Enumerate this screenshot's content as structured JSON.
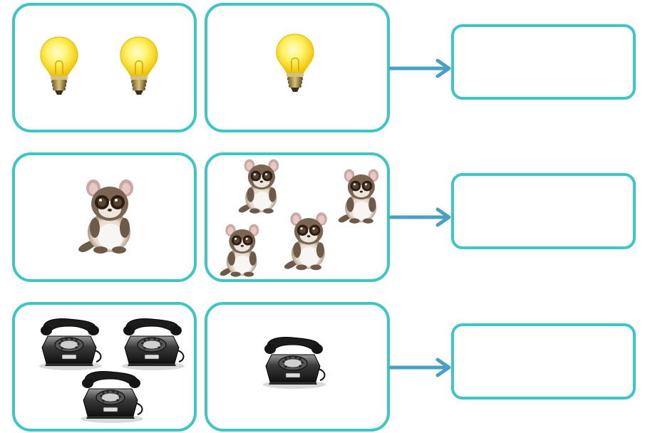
{
  "colors": {
    "box_border": "#3cc6c6",
    "arrow": "#4a9fc4"
  },
  "rows": [
    {
      "left_box": {
        "icon": "light-bulb-icon",
        "count": 2
      },
      "right_box": {
        "icon": "light-bulb-icon",
        "count": 1
      },
      "answer": ""
    },
    {
      "left_box": {
        "icon": "tarsier-icon",
        "count": 1
      },
      "right_box": {
        "icon": "tarsier-icon",
        "count": 4
      },
      "answer": ""
    },
    {
      "left_box": {
        "icon": "telephone-icon",
        "count": 3
      },
      "right_box": {
        "icon": "telephone-icon",
        "count": 1
      },
      "answer": ""
    }
  ]
}
